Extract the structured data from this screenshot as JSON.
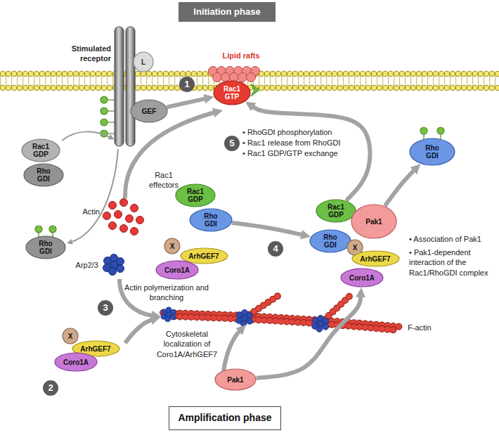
{
  "diagram": {
    "nodes": [
      {
        "text": [
          "Initiation phase"
        ]
      },
      {
        "text": [
          "L"
        ]
      },
      {
        "text": [
          "GEF"
        ]
      },
      {
        "text": [
          "Rac1 GTP"
        ]
      },
      {
        "text": [
          "Rac1 GDP"
        ]
      },
      {
        "text": [
          "Rho GDI"
        ]
      },
      {
        "text": [
          "Rho GDI"
        ]
      },
      {
        "text": [
          "Rho GDI"
        ]
      },
      {
        "text": [
          "Rac1 GDP"
        ]
      },
      {
        "text": [
          "Rho GDI"
        ]
      },
      {
        "text": [
          "Rac1 GDP"
        ]
      },
      {
        "text": [
          "Pak1"
        ]
      },
      {
        "text": [
          "Rho GDI"
        ]
      },
      {
        "text": [
          "X"
        ]
      },
      {
        "text": [
          "ArhGEF7"
        ]
      },
      {
        "text": [
          "Coro1A"
        ]
      },
      {
        "text": [
          "X"
        ]
      },
      {
        "text": [
          "ArhGEF7"
        ]
      },
      {
        "text": [
          "Coro1A"
        ]
      },
      {
        "text": [
          "X"
        ]
      },
      {
        "text": [
          "ArhGEF7"
        ]
      },
      {
        "text": [
          "Coro1A"
        ]
      },
      {
        "text": [
          "Pak1"
        ]
      },
      {
        "text": [
          "Amplification phase"
        ]
      }
    ],
    "edges": [
      {
        "from": 2,
        "to": 3,
        "arrow": "to"
      },
      {
        "from": 10,
        "to": 3,
        "arrow": "to"
      },
      {
        "from": 11,
        "to": 7,
        "arrow": "to"
      },
      {
        "from": 9,
        "to": 12,
        "arrow": "to"
      },
      {
        "from": 22,
        "to": 15,
        "arrow": "to"
      }
    ],
    "labels": [
      "Stimulated receptor",
      "Lipid rafts",
      "1",
      "Rac1 effectors",
      "5",
      "• RhoGDI phosphorylation",
      "• Rac1 release from RhoGDI",
      "• Rac1 GDP/GTP exchange",
      "Actin",
      "Arp2/3",
      "4",
      "• Association of Pak1",
      "• Pak1-dependent interaction of the Rac1/RhoGDI complex",
      "Actin polymerization and branching",
      "3",
      "F-actin",
      "2",
      "Cytoskeletal localization of Coro1A/ArhGEF7"
    ]
  }
}
